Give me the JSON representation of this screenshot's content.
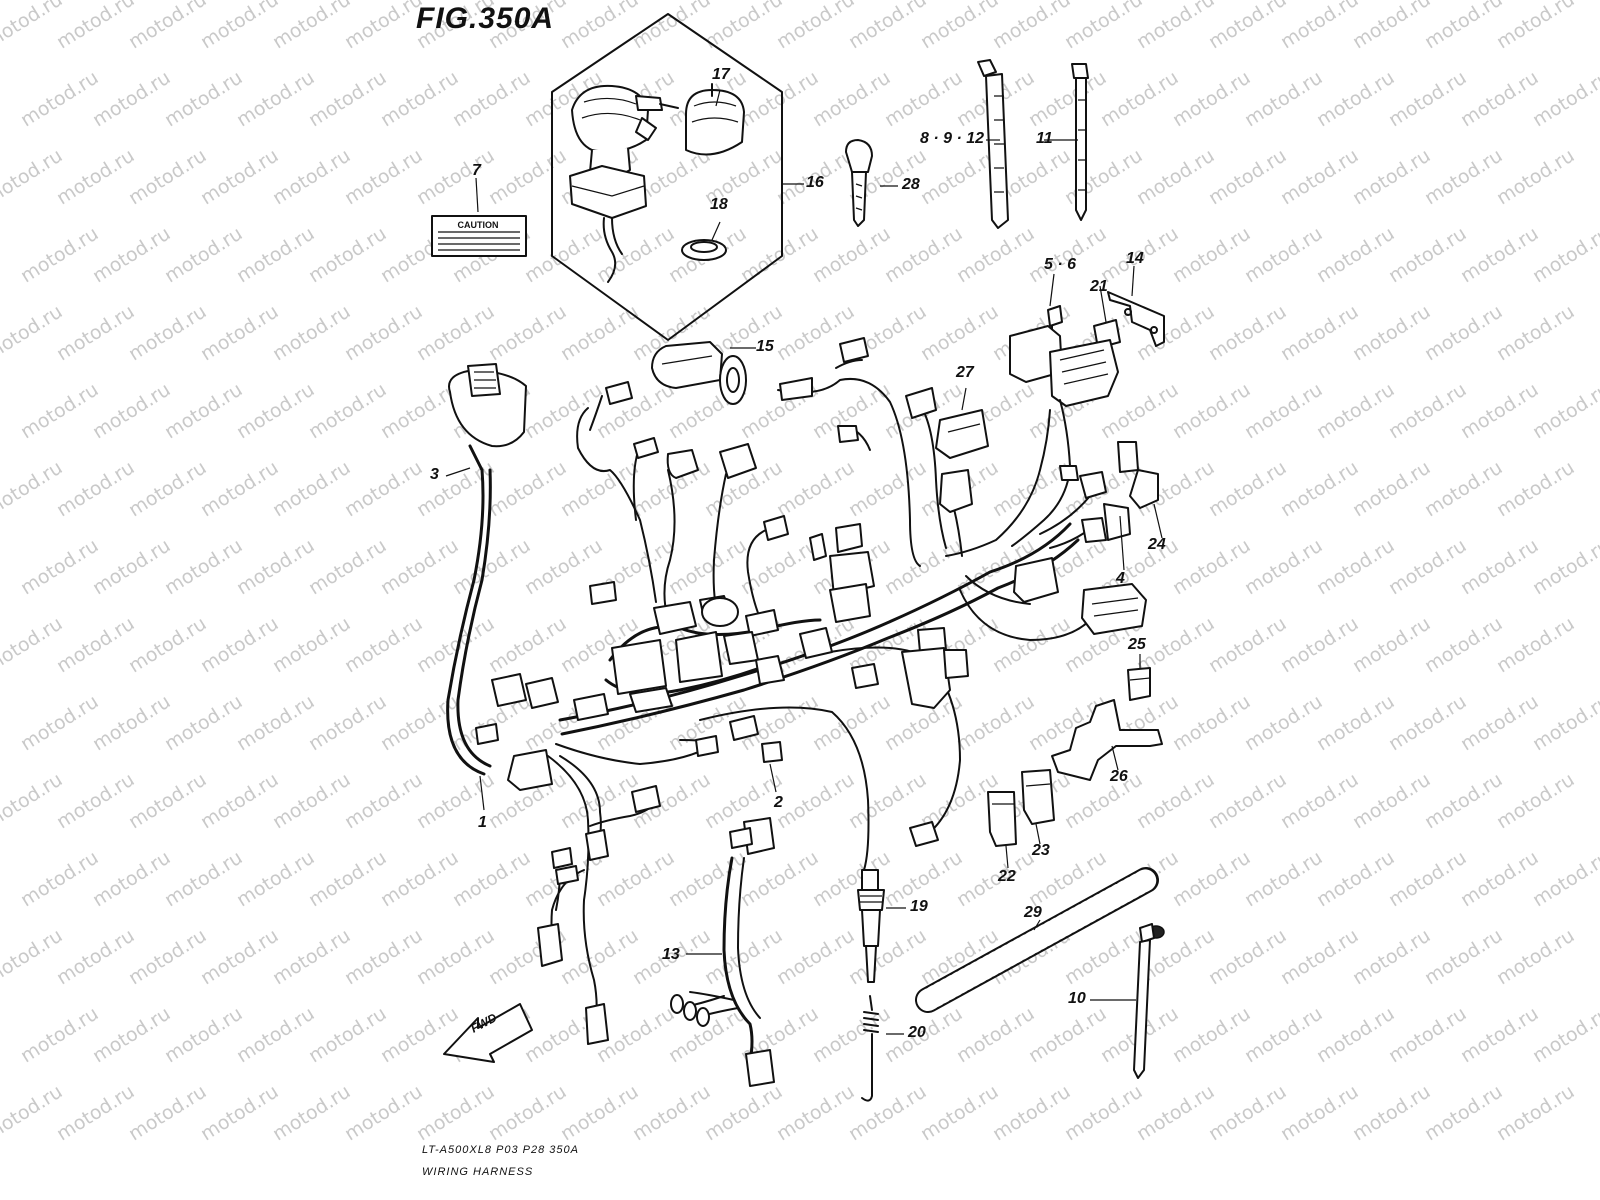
{
  "figure": {
    "title": "FIG.350A",
    "watermark_text": "motod.ru",
    "model_code": "LT-A500XL8  P03  P28  350A",
    "subtitle": "WIRING HARNESS",
    "caution_label": "CAUTION",
    "fwd_label": "FWD"
  },
  "callouts": [
    {
      "id": "c1",
      "label": "1"
    },
    {
      "id": "c2",
      "label": "2"
    },
    {
      "id": "c3",
      "label": "3"
    },
    {
      "id": "c4",
      "label": "4"
    },
    {
      "id": "c5",
      "label": "5 · 6"
    },
    {
      "id": "c7",
      "label": "7"
    },
    {
      "id": "c8",
      "label": "8 · 9 · 12"
    },
    {
      "id": "c10",
      "label": "10"
    },
    {
      "id": "c11",
      "label": "11"
    },
    {
      "id": "c13",
      "label": "13"
    },
    {
      "id": "c14",
      "label": "14"
    },
    {
      "id": "c15",
      "label": "15"
    },
    {
      "id": "c16",
      "label": "16"
    },
    {
      "id": "c17",
      "label": "17"
    },
    {
      "id": "c18",
      "label": "18"
    },
    {
      "id": "c19",
      "label": "19"
    },
    {
      "id": "c20",
      "label": "20"
    },
    {
      "id": "c21",
      "label": "21"
    },
    {
      "id": "c22",
      "label": "22"
    },
    {
      "id": "c23",
      "label": "23"
    },
    {
      "id": "c24",
      "label": "24"
    },
    {
      "id": "c25",
      "label": "25"
    },
    {
      "id": "c26",
      "label": "26"
    },
    {
      "id": "c27",
      "label": "27"
    },
    {
      "id": "c28",
      "label": "28"
    },
    {
      "id": "c29",
      "label": "29"
    }
  ]
}
